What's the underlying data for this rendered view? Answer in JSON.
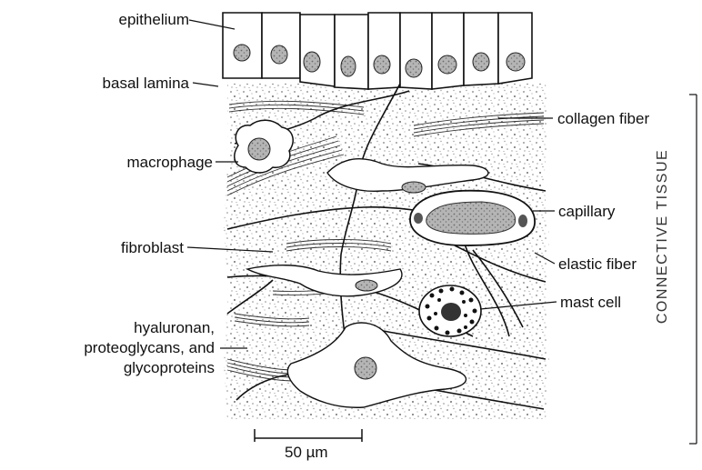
{
  "labels": {
    "epithelium": "epithelium",
    "basal_lamina": "basal lamina",
    "macrophage": "macrophage",
    "fibroblast": "fibroblast",
    "hyaluronan": "hyaluronan,\nproteoglycans, and\nglycoproteins",
    "collagen_fiber": "collagen fiber",
    "capillary": "capillary",
    "elastic_fiber": "elastic fiber",
    "mast_cell": "mast cell",
    "connective_tissue": "CONNECTIVE TISSUE",
    "scale_bar": "50 µm"
  },
  "colors": {
    "ink": "#111111",
    "matrix_dots": "#8a8a8a",
    "nucleus": "#2a2a2a",
    "capillary_fill": "#9a9a9a"
  }
}
